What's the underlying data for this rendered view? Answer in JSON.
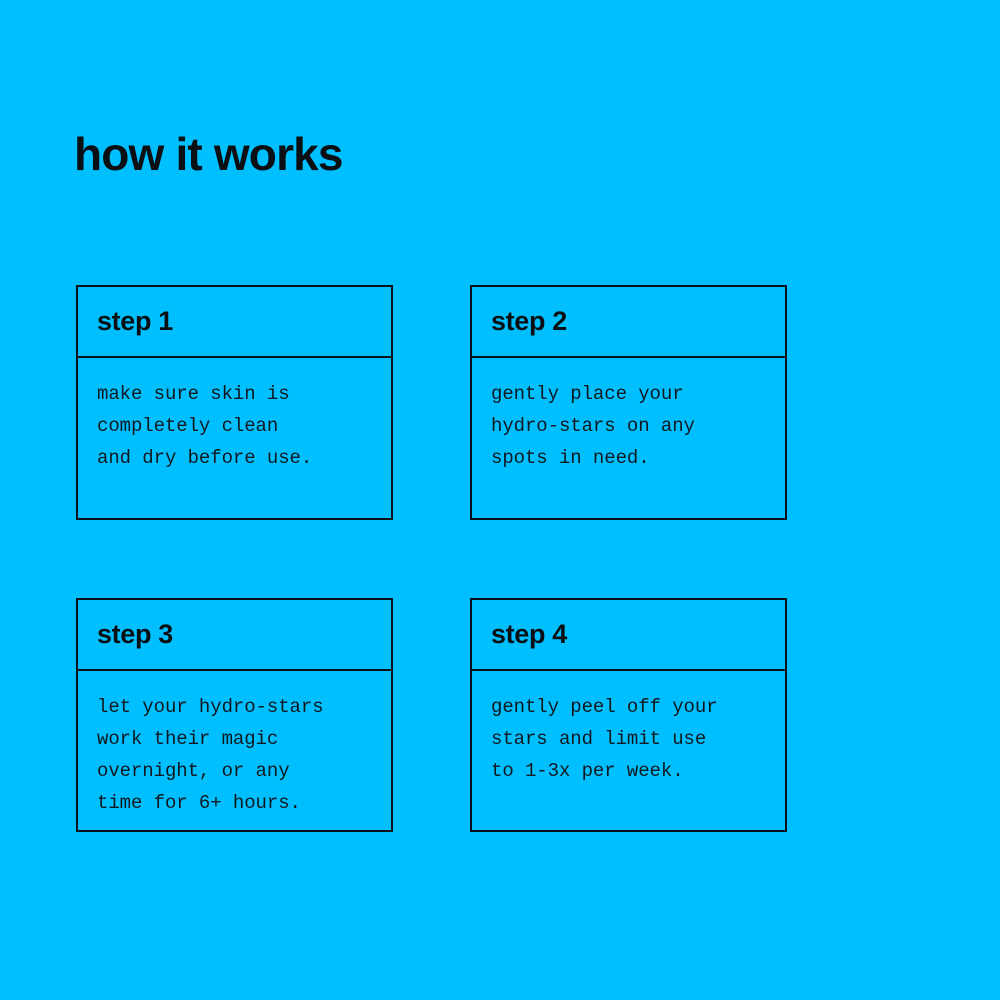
{
  "theme": {
    "background_color": "#00bfff",
    "ink_color": "#0a0f14",
    "border_color": "#0b1118",
    "body_text_color": "#101820"
  },
  "header": {
    "title": "how it works"
  },
  "steps": [
    {
      "id": "step-1",
      "label": "step 1",
      "body": "make sure skin is\ncompletely clean\nand dry before use."
    },
    {
      "id": "step-2",
      "label": "step 2",
      "body": "gently place your\nhydro-stars on any\nspots in need."
    },
    {
      "id": "step-3",
      "label": "step 3",
      "body": "let your hydro-stars\nwork their magic\novernight, or any\ntime for 6+ hours."
    },
    {
      "id": "step-4",
      "label": "step 4",
      "body": "gently peel off your\nstars and limit use\nto 1-3x per week."
    }
  ]
}
